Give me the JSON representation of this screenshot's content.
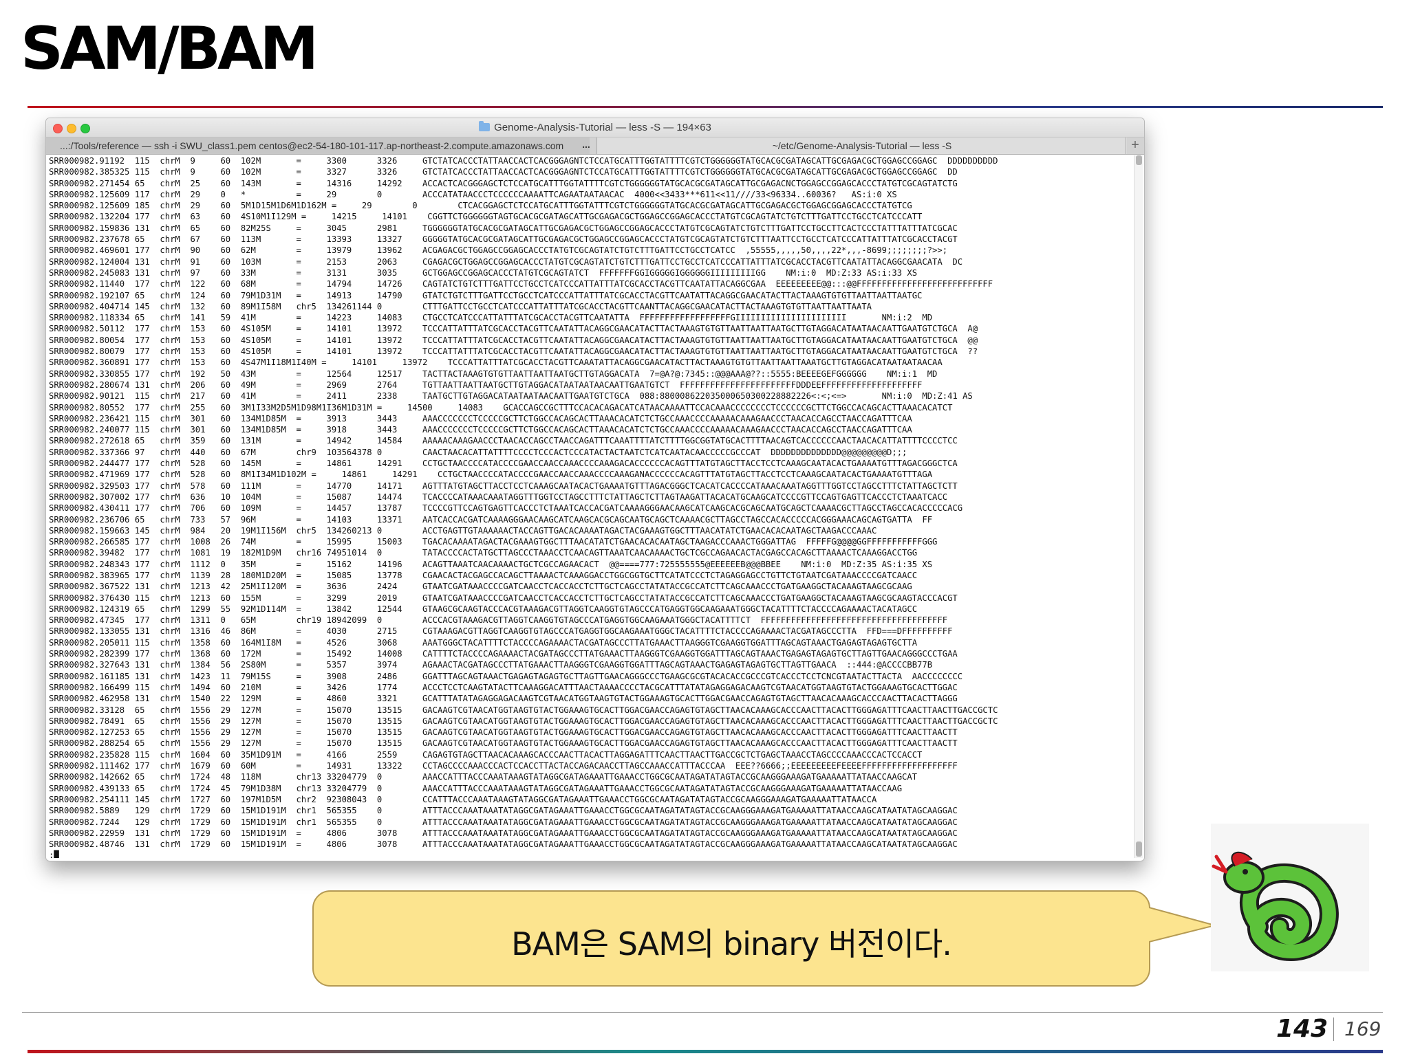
{
  "slide": {
    "title": "SAM/BAM",
    "page_number": "143",
    "page_total": "169"
  },
  "window": {
    "title": "Genome-Analysis-Tutorial — less -S — 194×63",
    "tabs": [
      {
        "label": "...:/Tools/reference — ssh -i SWU_class1.pem centos@ec2-54-180-101-117.ap-northeast-2.compute.amazonaws.com"
      },
      {
        "label": "~/etc/Genome-Analysis-Tutorial — less -S"
      }
    ],
    "tab_overflow": "...",
    "add_tab": "+",
    "prompt": ":"
  },
  "sam_records": [
    [
      "SRR000982.91192",
      "115",
      "chrM",
      "9",
      "60",
      "102M",
      "=",
      "3300",
      "3326",
      "GTCTATCACCCTATTAACCACTCACGGGAGNTCTCCATGCATTTGGTATTTTCGTCTGGGGGGTATGCACGCGATAGCATTGCGAGACGCTGGAGCCGGAGC",
      "DDDDDDDDDD"
    ],
    [
      "SRR000982.385325",
      "115",
      "chrM",
      "9",
      "60",
      "102M",
      "=",
      "3327",
      "3326",
      "GTCTATCACCCTATTAACCACTCACGGGAGNTCTCCATGCATTTGGTATTTTCGTCTGGGGGGTATGCACGCGATAGCATTGCGAGACGCTGGAGCCGGAGC",
      "DD"
    ],
    [
      "SRR000982.271454",
      "65",
      "chrM",
      "25",
      "60",
      "143M",
      "=",
      "14316",
      "14292",
      "ACCACTCACGGGAGCTCTCCATGCATTTGGTATTTTCGTCTGGGGGGTATGCACGCGATAGCATTGCGAGACNCTGGAGCCGGAGCACCCTATGTCGCAGTATCTG",
      ""
    ],
    [
      "SRR000982.125609",
      "117",
      "chrM",
      "29",
      "0",
      "*",
      "=",
      "29",
      "0",
      "ACCCATATAACCCTCCCCCCAAAATTCAGAATAATAACAC",
      "4000<<3433***611<<11////33<96334..60036?   AS:i:0 XS"
    ],
    [
      "SRR000982.125609",
      "185",
      "chrM",
      "29",
      "60",
      "5M1D15M1D6M1D162M",
      "=",
      "29",
      "0",
      "CTCACGGAGCTCTCCATGCATTTGGTATTTCGTCTGGGGGGTATGCACGCGATAGCATTGCGAGACGCTGGAGCGGAGCACCCTATGTCG",
      ""
    ],
    [
      "SRR000982.132204",
      "177",
      "chrM",
      "63",
      "60",
      "4S10M1I129M",
      "=",
      "14215",
      "14101",
      "CGGTTCTGGGGGGTAGTGCACGCGATAGCATTGCGAGACGCTGGAGCCGGAGCACCCTATGTCGCAGTATCTGTCTTTGATTCCTGCCTCATCCCATT",
      ""
    ],
    [
      "SRR000982.159836",
      "131",
      "chrM",
      "65",
      "60",
      "82M25S",
      "=",
      "3045",
      "2981",
      "TGGGGGGTATGCACGCGATAGCATTGCGAGACGCTGGAGCCGGAGCACCCTATGTCGCAGTATCTGTCTTTGATTCCTGCCTTCACTCCCTATTTATTTATCGCAC",
      ""
    ],
    [
      "SRR000982.237678",
      "65",
      "chrM",
      "67",
      "60",
      "113M",
      "=",
      "13393",
      "13327",
      "GGGGGTATGCACGCGATAGCATTGCGAGACGCTGGAGCCGGAGCACCCTATGTCGCAGTATCTGTCTTTAATTCCTGCCTCATCCCATTATTTATCGCACCTACGT",
      ""
    ],
    [
      "SRR000982.469601",
      "177",
      "chrM",
      "90",
      "60",
      "62M",
      "=",
      "13979",
      "13962",
      "ACGAGACGCTGGAGCCGGAGCACCCTATGTCGCAGTATCTGTCTTTGATTCCTGCCTCATCC",
      ",55555,,,,,50,,,,22*,,,-8699;;;;;;;;?>>;"
    ],
    [
      "SRR000982.124004",
      "131",
      "chrM",
      "91",
      "60",
      "103M",
      "=",
      "2153",
      "2063",
      "CGAGACGCTGGAGCCGGAGCACCCTATGTCGCAGTATCTGTCTTTGATTCCTGCCTCATCCCATTATTTATCGCACCTACGTTCAATATTACAGGCGAACATA",
      "DC"
    ],
    [
      "SRR000982.245083",
      "131",
      "chrM",
      "97",
      "60",
      "33M",
      "=",
      "3131",
      "3035",
      "GCTGGAGCCGGAGCACCCTATGTCGCAGTATCT",
      "FFFFFFFGGIGGGGGIGGGGGGIIIIIIIIIGG    NM:i:0  MD:Z:33 AS:i:33 XS"
    ],
    [
      "SRR000982.11440",
      "177",
      "chrM",
      "122",
      "60",
      "68M",
      "=",
      "14794",
      "14726",
      "CAGTATCTGTCTTTGATTCCTGCCTCATCCCATTATTTATCGCACCTACGTTCAATATTACAGGCGAA",
      "EEEEEEEEE@@:::@@FFFFFFFFFFFFFFFFFFFFFFFFFFF"
    ],
    [
      "SRR000982.192107",
      "65",
      "chrM",
      "124",
      "60",
      "79M1D31M",
      "=",
      "14913",
      "14790",
      "GTATCTGTCTTTGATTCCTGCCTCATCCCATTATTTATCGCACCTACGTTCAATATTACAGGCGAACATACTTACTAAAGTGTGTTAATTAATTAATGC",
      ""
    ],
    [
      "SRR000982.404714",
      "145",
      "chrM",
      "132",
      "60",
      "89M1I58M",
      "chr5",
      "134261144",
      "0",
      "CTTTGATTCCTGCCTCATCCCATTATTTATCGCACCTACGTTCAANTTACAGGCGAACATACTTACTAAAGTGTGTTAATTAATTAATA",
      ""
    ],
    [
      "SRR000982.118334",
      "65",
      "chrM",
      "141",
      "59",
      "41M",
      "=",
      "14223",
      "14083",
      "CTGCCTCATCCCATTATTTATCGCACCTACGTTCAATATTA",
      "FFFFFFFFFFFFFFFFFFGIIIIIIIIIIIIIIIIIIIIII       NM:i:2  MD"
    ],
    [
      "SRR000982.50112",
      "177",
      "chrM",
      "153",
      "60",
      "4S105M",
      "=",
      "14101",
      "13972",
      "TCCCATTATTTATCGCACCTACGTTCAATATTACAGGCGAACATACTTACTAAAGTGTGTTAATTAATTAATGCTTGTAGGACATAATAACAATTGAATGTCTGCA",
      "A@"
    ],
    [
      "SRR000982.80054",
      "177",
      "chrM",
      "153",
      "60",
      "4S105M",
      "=",
      "14101",
      "13972",
      "TCCCATTATTTATCGCACCTACGTTCAATATTACAGGCGAACATACTTACTAAAGTGTGTTAATTAATTAATGCTTGTAGGACATAATAACAATTGAATGTCTGCA",
      "@@"
    ],
    [
      "SRR000982.80079",
      "177",
      "chrM",
      "153",
      "60",
      "4S105M",
      "=",
      "14101",
      "13972",
      "TCCCATTATTTATCGCACCTACGTTCAATATTACAGGCGAACATACTTACTAAAGTGTGTTAATTAATTAATGCTTGTAGGACATAATAACAATTGAATGTCTGCA",
      "??"
    ],
    [
      "SRR000982.360891",
      "177",
      "chrM",
      "153",
      "60",
      "4S47M1I18M1I40M",
      "=",
      "14101",
      "13972",
      "TCCCATTATTTATCGCACCTACGTTCAAATATTACAGGCGAACATACTTACTAAAGTGTGTTAATTAATTAAATGCTTGTAGGACATAATAATAACAA",
      ""
    ],
    [
      "SRR000982.330855",
      "177",
      "chrM",
      "192",
      "50",
      "43M",
      "=",
      "12564",
      "12517",
      "TACTTACTAAAGTGTGTTAATTAATTAATGCTTGTAGGACATA",
      "7=@A?@:7345::@@@AAA@??::5555:BEEEEGEFGGGGGG    NM:i:1  MD"
    ],
    [
      "SRR000982.280674",
      "131",
      "chrM",
      "206",
      "60",
      "49M",
      "=",
      "2969",
      "2764",
      "TGTTAATTAATTAATGCTTGTAGGACATAATAATAACAATTGAATGTCT",
      "FFFFFFFFFFFFFFFFFFFFFFFDDDEEFFFFFFFFFFFFFFFFFFFF"
    ],
    [
      "SRR000982.90121",
      "115",
      "chrM",
      "217",
      "60",
      "41M",
      "=",
      "2411",
      "2338",
      "TAATGCTTGTAGGACATAATAATAACAATTGAATGTCTGCA",
      "088:880008622035000650300228882226<:<;<=>       NM:i:0  MD:Z:41 AS"
    ],
    [
      "SRR000982.80552",
      "177",
      "chrM",
      "255",
      "60",
      "3M1I33M2D5M1D98M1I36M1D31M",
      "=",
      "14500",
      "14083",
      "GCACCAGCCGCTTTCCACACAGACATCATAACAAAATTCCACAAACCCCCCCCTCCCCCCGCTTCTGGCCACAGCACTTAAACACATCT",
      ""
    ],
    [
      "SRR000982.236421",
      "115",
      "chrM",
      "301",
      "60",
      "134M1D85M",
      "=",
      "3913",
      "3443",
      "AAACCCCCCCTCCCCCGCTTCTGGCCACAGCACTTAAACACATCTCTGCCAAACCCCAAAAACAAAGAACCCTAACACCAGCCTAACCAGATTTCAA",
      ""
    ],
    [
      "SRR000982.240077",
      "115",
      "chrM",
      "301",
      "60",
      "134M1D85M",
      "=",
      "3918",
      "3443",
      "AAACCCCCCCTCCCCCGCTTCTGGCCACAGCACTTAAACACATCTCTGCCAAACCCCAAAAACAAAGAACCCTAACACCAGCCTAACCAGATTTCAA",
      ""
    ],
    [
      "SRR000982.272618",
      "65",
      "chrM",
      "359",
      "60",
      "131M",
      "=",
      "14942",
      "14584",
      "AAAAACAAAGAACCCTAACACCAGCCTAACCAGATTTCAAATTTTATCTTTTGGCGGTATGCACTTTTAACAGTCACCCCCCAACTAACACATTATTTTCCCCTCC",
      ""
    ],
    [
      "SRR000982.337366",
      "97",
      "chrM",
      "440",
      "60",
      "67M",
      "chr9",
      "103564378",
      "0",
      "CAACTAACACATTATTTTCCCCTCCCACTCCCATACTACTAATCTCATCAATACAACCCCCGCCCAT",
      "DDDDDDDDDDDDDD@@@@@@@@@D;;;"
    ],
    [
      "SRR000982.244477",
      "177",
      "chrM",
      "528",
      "60",
      "145M",
      "=",
      "14861",
      "14291",
      "CCTGCTAACCCCATACCCCGAACCAACCAAACCCCAAAGACACCCCCCACAGTTTATGTAGCTTACCTCCTCAAAGCAATACACTGAAAATGTTTAGACGGGCTCA",
      ""
    ],
    [
      "SRR000982.471969",
      "177",
      "chrM",
      "528",
      "60",
      "8M1I34M1D102M",
      "=",
      "14861",
      "14291",
      "CCTGCTAACCCCATACCCCGAACCAACCAAACCCCAAAGANACCCCCCACAGTTTATGTAGCTTACCTCCTCAAAGCAATACACTGAAAATGTTTAGA",
      ""
    ],
    [
      "SRR000982.329503",
      "177",
      "chrM",
      "578",
      "60",
      "111M",
      "=",
      "14770",
      "14171",
      "AGTTTATGTAGCTTACCTCCTCAAAGCAATACACTGAAAATGTTTAGACGGGCTCACATCACCCCATAAACAAATAGGTTTGGTCCTAGCCTTTCTATTAGCTCTT",
      ""
    ],
    [
      "SRR000982.307002",
      "177",
      "chrM",
      "636",
      "10",
      "104M",
      "=",
      "15087",
      "14474",
      "TCACCCCATAAACAAATAGGTTTGGTCCTAGCCTTTCTATTAGCTCTTAGTAAGATTACACATGCAAGCATCCCCGTTCCAGTGAGTTCACCCTCTAAATCACC",
      ""
    ],
    [
      "SRR000982.430411",
      "177",
      "chrM",
      "706",
      "60",
      "109M",
      "=",
      "14457",
      "13787",
      "TCCCCGTTCCAGTGAGTTCACCCTCTAAATCACCACGATCAAAAGGGAACAAGCATCAAGCACGCAGCAATGCAGCTCAAAACGCTTAGCCTAGCCACACCCCCACG",
      ""
    ],
    [
      "SRR000982.236706",
      "65",
      "chrM",
      "733",
      "57",
      "96M",
      "=",
      "14103",
      "13371",
      "AATCACCACGATCAAAAGGGAACAAGCATCAAGCACGCAGCAATGCAGCTCAAAACGCTTAGCCTAGCCACACCCCCACGGGAAACAGCAGTGATTA",
      "FF"
    ],
    [
      "SRR000982.159663",
      "145",
      "chrM",
      "984",
      "20",
      "19M1I156M",
      "chr5",
      "134260213",
      "0",
      "ACCTGAGTTGTAAAAAACTACCAGTTGACACAAAATAGACTACGAAAGTGGCTTTAACATATCTGAACACACAATAGCTAAGACCCAAAC",
      ""
    ],
    [
      "SRR000982.266585",
      "177",
      "chrM",
      "1008",
      "26",
      "74M",
      "=",
      "15995",
      "15003",
      "TGACACAAAATAGACTACGAAAGTGGCTTTAACATATCTGAACACACAATAGCTAAGACCCAAACTGGGATTAG",
      "FFFFFG@@@@GGFFFFFFFFFFFGGG"
    ],
    [
      "SRR000982.39482",
      "177",
      "chrM",
      "1081",
      "19",
      "182M1D9M",
      "chr16",
      "74951014",
      "0",
      "TATACCCCACTATGCTTAGCCCTAAACCTCAACAGTTAAATCAACAAAACTGCTCGCCAGAACACTACGAGCCACAGCTTAAAACTCAAAGGACCTGG",
      ""
    ],
    [
      "SRR000982.248343",
      "177",
      "chrM",
      "1112",
      "0",
      "35M",
      "=",
      "15162",
      "14196",
      "ACAGTTAAATCAACAAAACTGCTCGCCAGAACACT",
      "@@====777:725555555@EEEEEEB@@@BBEE    NM:i:0  MD:Z:35 AS:i:35 XS"
    ],
    [
      "SRR000982.383965",
      "177",
      "chrM",
      "1139",
      "28",
      "180M1D20M",
      "=",
      "15085",
      "13778",
      "CGAACACTACGAGCCACAGCTTAAAACTCAAAGGACCTGGCGGTGCTTCATATCCCTCTAGAGGAGCCTGTTCTGTAATCGATAAACCCCGATCAACC",
      ""
    ],
    [
      "SRR000982.367522",
      "131",
      "chrM",
      "1213",
      "42",
      "25M1I120M",
      "=",
      "3636",
      "2424",
      "GTAATCGATAAACCCCGATCAACCTCACCACCTCTTGCTCAGCCTATATACCGCCATCTTCAGCAAACCCTGATGAAGGCTACAAAGTAAGCGCAAG",
      ""
    ],
    [
      "SRR000982.376430",
      "115",
      "chrM",
      "1213",
      "60",
      "155M",
      "=",
      "3299",
      "2019",
      "GTAATCGATAAACCCCGATCAACCTCACCACCTCTTGCTCAGCCTATATACCGCCATCTTCAGCAAACCCTGATGAAGGCTACAAAGTAAGCGCAAGTACCCACGT",
      ""
    ],
    [
      "SRR000982.124319",
      "65",
      "chrM",
      "1299",
      "55",
      "92M1D114M",
      "=",
      "13842",
      "12544",
      "GTAAGCGCAAGTACCCACGTAAAGACGTTAGGTCAAGGTGTAGCCCATGAGGTGGCAAGAAATGGGCTACATTTTCTACCCCAGAAAACTACATAGCC",
      ""
    ],
    [
      "SRR000982.47345",
      "177",
      "chrM",
      "1311",
      "0",
      "65M",
      "chr19",
      "18942099",
      "0",
      "ACCCACGTAAAGACGTTAGGTCAAGGTGTAGCCCATGAGGTGGCAAGAAATGGGCTACATTTTCT",
      "FFFFFFFFFFFFFFFFFFFFFFFFFFFFFFFFFFFFF"
    ],
    [
      "SRR000982.133055",
      "131",
      "chrM",
      "1316",
      "46",
      "86M",
      "=",
      "4030",
      "2715",
      "CGTAAAGACGTTAGGTCAAGGTGTAGCCCATGAGGTGGCAAGAAATGGGCTACATTTTCTACCCCAGAAAACTACGATAGCCCTTA",
      "FFD===DFFFFFFFFFF"
    ],
    [
      "SRR000982.205011",
      "115",
      "chrM",
      "1358",
      "60",
      "164M1I8M",
      "=",
      "4526",
      "3068",
      "AAATGGGCTACATTTTCTACCCCAGAAAACTACGATAGCCCTTATGAAACTTAAGGGTCGAAGGTGGATTTAGCAGTAAACTGAGAGTAGAGTGCTTA",
      ""
    ],
    [
      "SRR000982.282399",
      "177",
      "chrM",
      "1368",
      "60",
      "172M",
      "=",
      "15492",
      "14008",
      "CATTTTCTACCCCAGAAAACTACGATAGCCCTTATGAAACTTAAGGGTCGAAGGTGGATTTAGCAGTAAACTGAGAGTAGAGTGCTTAGTTGAACAGGGCCCTGAA",
      ""
    ],
    [
      "SRR000982.327643",
      "131",
      "chrM",
      "1384",
      "56",
      "2S80M",
      "=",
      "5357",
      "3974",
      "AGAAACTACGATAGCCCTTATGAAACTTAAGGGTCGAAGGTGGATTTAGCAGTAAACTGAGAGTAGAGTGCTTAGTTGAACA",
      "::444:@ACCCCBB77B"
    ],
    [
      "SRR000982.161185",
      "131",
      "chrM",
      "1423",
      "11",
      "79M15S",
      "=",
      "3908",
      "2486",
      "GGATTTAGCAGTAAACTGAGAGTAGAGTGCTTAGTTGAACAGGGCCCTGAAGCGCGTACACACCGCCCGTCACCCTCCTCNCGTAATACTTACTA",
      "AACCCCCCCC"
    ],
    [
      "SRR000982.166499",
      "115",
      "chrM",
      "1494",
      "60",
      "210M",
      "=",
      "3426",
      "1774",
      "ACCCTCCTCAAGTATACTTCAAAGGACATTTAACTAAAACCCCTACGCATTTATATAGAGGAGACAAGTCGTAACATGGTAAGTGTACTGGAAAGTGCACTTGGAC",
      ""
    ],
    [
      "SRR000982.462958",
      "131",
      "chrM",
      "1540",
      "22",
      "129M",
      "=",
      "4860",
      "3321",
      "GCATTTATATAGAGGAGACAAGTCGTAACATGGTAAGTGTACTGGAAAGTGCACTTGGACGAACCAGAGTGTAGCTTAACACAAAGCACCCAACTTACACTTAGGG",
      ""
    ],
    [
      "SRR000982.33128",
      "65",
      "chrM",
      "1556",
      "29",
      "127M",
      "=",
      "15070",
      "13515",
      "GACAAGTCGTAACATGGTAAGTGTACTGGAAAGTGCACTTGGACGAACCAGAGTGTAGCTTAACACAAAGCACCCAACTTACACTTGGGAGATTTCAACTTAACTTGACCGCTC",
      ""
    ],
    [
      "SRR000982.78491",
      "65",
      "chrM",
      "1556",
      "29",
      "127M",
      "=",
      "15070",
      "13515",
      "GACAAGTCGTAACATGGTAAGTGTACTGGAAAGTGCACTTGGACGAACCAGAGTGTAGCTTAACACAAAGCACCCAACTTACACTTGGGAGATTTCAACTTAACTTGACCGCTC",
      ""
    ],
    [
      "SRR000982.127253",
      "65",
      "chrM",
      "1556",
      "29",
      "127M",
      "=",
      "15070",
      "13515",
      "GACAAGTCGTAACATGGTAAGTGTACTGGAAAGTGCACTTGGACGAACCAGAGTGTAGCTTAACACAAAGCACCCAACTTACACTTGGGAGATTTCAACTTAACTT",
      ""
    ],
    [
      "SRR000982.288254",
      "65",
      "chrM",
      "1556",
      "29",
      "127M",
      "=",
      "15070",
      "13515",
      "GACAAGTCGTAACATGGTAAGTGTACTGGAAAGTGCACTTGGACGAACCAGAGTGTAGCTTAACACAAAGCACCCAACTTACACTTGGGAGATTTCAACTTAACTT",
      ""
    ],
    [
      "SRR000982.235828",
      "115",
      "chrM",
      "1604",
      "60",
      "35M1D91M",
      "=",
      "4166",
      "2559",
      "CAGAGTGTAGCTTAACACAAAGCACCCAACTTACACTTAGGAGATTTCAACTTAACTTGACCGCTCTGAGCTAAACCTAGCCCCAAACCCACTCCACCT",
      ""
    ],
    [
      "SRR000982.111462",
      "177",
      "chrM",
      "1679",
      "60",
      "60M",
      "=",
      "14931",
      "13322",
      "CCTAGCCCCAAACCCACTCCACCTTACTACCAGACAACCTTAGCCAAACCATTTACCCAA",
      "EEE??6666;;EEEEEEEEEFEEEEFFFFFFFFFFFFFFFFFFF"
    ],
    [
      "SRR000982.142662",
      "65",
      "chrM",
      "1724",
      "48",
      "118M",
      "chr13",
      "33204779",
      "0",
      "AAACCATTTACCCAAATAAAGTATAGGCGATAGAAATTGAAACCTGGCGCAATAGATATAGTACCGCAAGGGAAAGATGAAAAATTATAACCAAGCAT",
      ""
    ],
    [
      "SRR000982.439133",
      "65",
      "chrM",
      "1724",
      "45",
      "79M1D38M",
      "chr13",
      "33204779",
      "0",
      "AAACCATTTACCCAAATAAAGTATAGGCGATAGAAATTGAAACCTGGCGCAATAGATATAGTACCGCAAGGGAAAGATGAAAAATTATAACCAAG",
      ""
    ],
    [
      "SRR000982.254111",
      "145",
      "chrM",
      "1727",
      "60",
      "197M1D5M",
      "chr2",
      "92308043",
      "0",
      "CCATTTACCCAAATAAAGTATAGGCGATAGAAATTGAAACCTGGCGCAATAGATATAGTACCGCAAGGGAAAGATGAAAAATTATAACCA",
      ""
    ],
    [
      "SRR000982.5889",
      "129",
      "chrM",
      "1729",
      "60",
      "15M1D191M",
      "chr1",
      "565355",
      "0",
      "ATTTACCCAAATAAATATAGGCGATAGAAATTGAAACCTGGCGCAATAGATATAGTACCGCAAGGGAAAGATGAAAAATTATAACCAAGCATAATATAGCAAGGAC",
      ""
    ],
    [
      "SRR000982.7244",
      "129",
      "chrM",
      "1729",
      "60",
      "15M1D191M",
      "chr1",
      "565355",
      "0",
      "ATTTACCCAAATAAATATAGGCGATAGAAATTGAAACCTGGCGCAATAGATATAGTACCGCAAGGGAAAGATGAAAAATTATAACCAAGCATAATATAGCAAGGAC",
      ""
    ],
    [
      "SRR000982.22959",
      "131",
      "chrM",
      "1729",
      "60",
      "15M1D191M",
      "=",
      "4806",
      "3078",
      "ATTTACCCAAATAAATATAGGCGATAGAAATTGAAACCTGGCGCAATAGATATAGTACCGCAAGGGAAAGATGAAAAATTATAACCAAGCATAATATAGCAAGGAC",
      ""
    ],
    [
      "SRR000982.48746",
      "131",
      "chrM",
      "1729",
      "60",
      "15M1D191M",
      "=",
      "4806",
      "3078",
      "ATTTACCCAAATAAATATAGGCGATAGAAATTGAAACCTGGCGCAATAGATATAGTACCGCAAGGGAAAGATGAAAAATTATAACCAAGCATAATATAGCAAGGAC",
      ""
    ]
  ],
  "bubble": {
    "text": "BAM은 SAM의 binary 버전이다."
  },
  "colors": {
    "bubble_fill": "#fce48f",
    "bubble_border": "#b59a53",
    "accent_red": "#c0141c",
    "accent_navy": "#1a2a6a",
    "snake_green": "#5cc23a"
  }
}
